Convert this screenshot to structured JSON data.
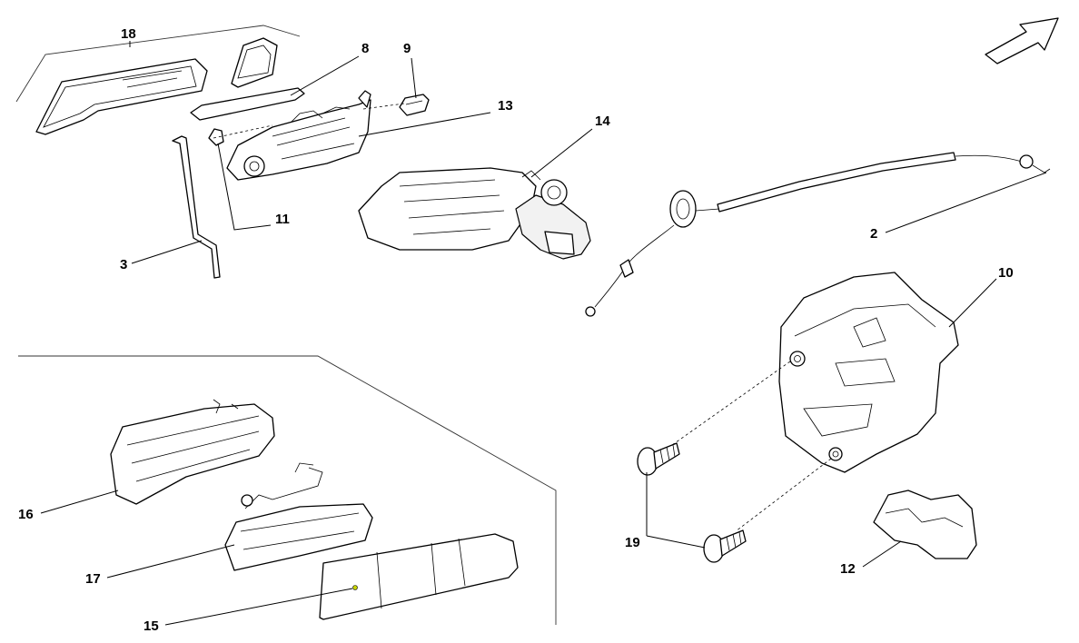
{
  "callouts": {
    "c18": "18",
    "c8": "8",
    "c9": "9",
    "c13": "13",
    "c14": "14",
    "c11": "11",
    "c3": "3",
    "c2": "2",
    "c10": "10",
    "c16": "16",
    "c17": "17",
    "c15": "15",
    "c19": "19",
    "c12": "12"
  },
  "icons": {
    "orientation": "direction-arrow-icon"
  },
  "colors": {
    "line": "#000000",
    "background": "#ffffff",
    "marker": "#c8d400"
  }
}
